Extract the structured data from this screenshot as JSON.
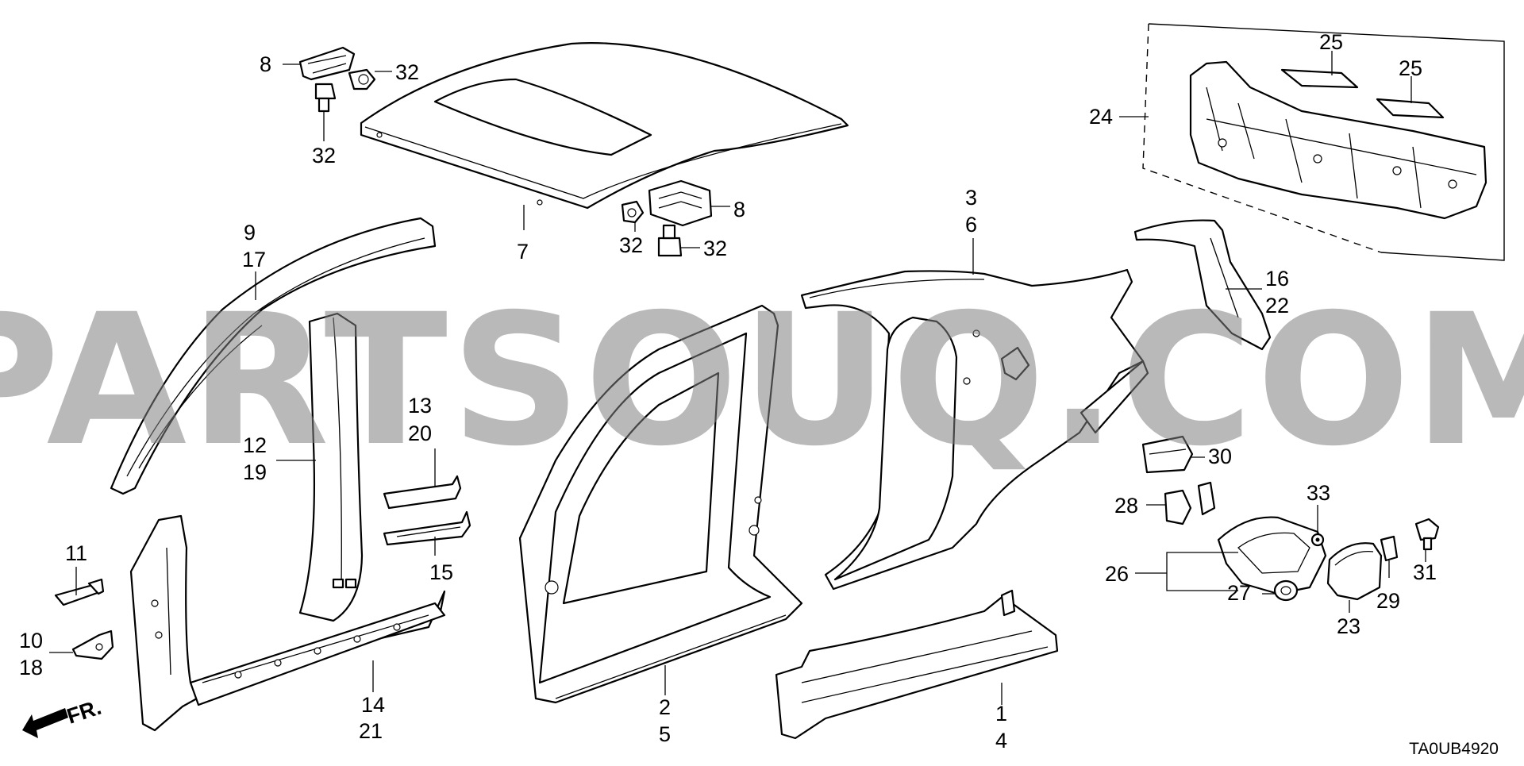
{
  "watermark": "PARTSOUQ.COM",
  "diagram_code": "TA0UB4920",
  "front_marker": "FR.",
  "callouts": {
    "c8a": "8",
    "c32a": "32",
    "c32b": "32",
    "c8b": "8",
    "c32c": "32",
    "c32d": "32",
    "c7": "7",
    "c9": "9",
    "c17": "17",
    "c12": "12",
    "c19": "19",
    "c13": "13",
    "c20": "20",
    "c15": "15",
    "c11": "11",
    "c10": "10",
    "c18": "18",
    "c14": "14",
    "c21": "21",
    "c2": "2",
    "c5": "5",
    "c3": "3",
    "c6": "6",
    "c1": "1",
    "c4": "4",
    "c16": "16",
    "c22": "22",
    "c24": "24",
    "c25a": "25",
    "c25b": "25",
    "c30": "30",
    "c28": "28",
    "c33": "33",
    "c26": "26",
    "c27": "27",
    "c23": "23",
    "c29": "29",
    "c31": "31"
  }
}
